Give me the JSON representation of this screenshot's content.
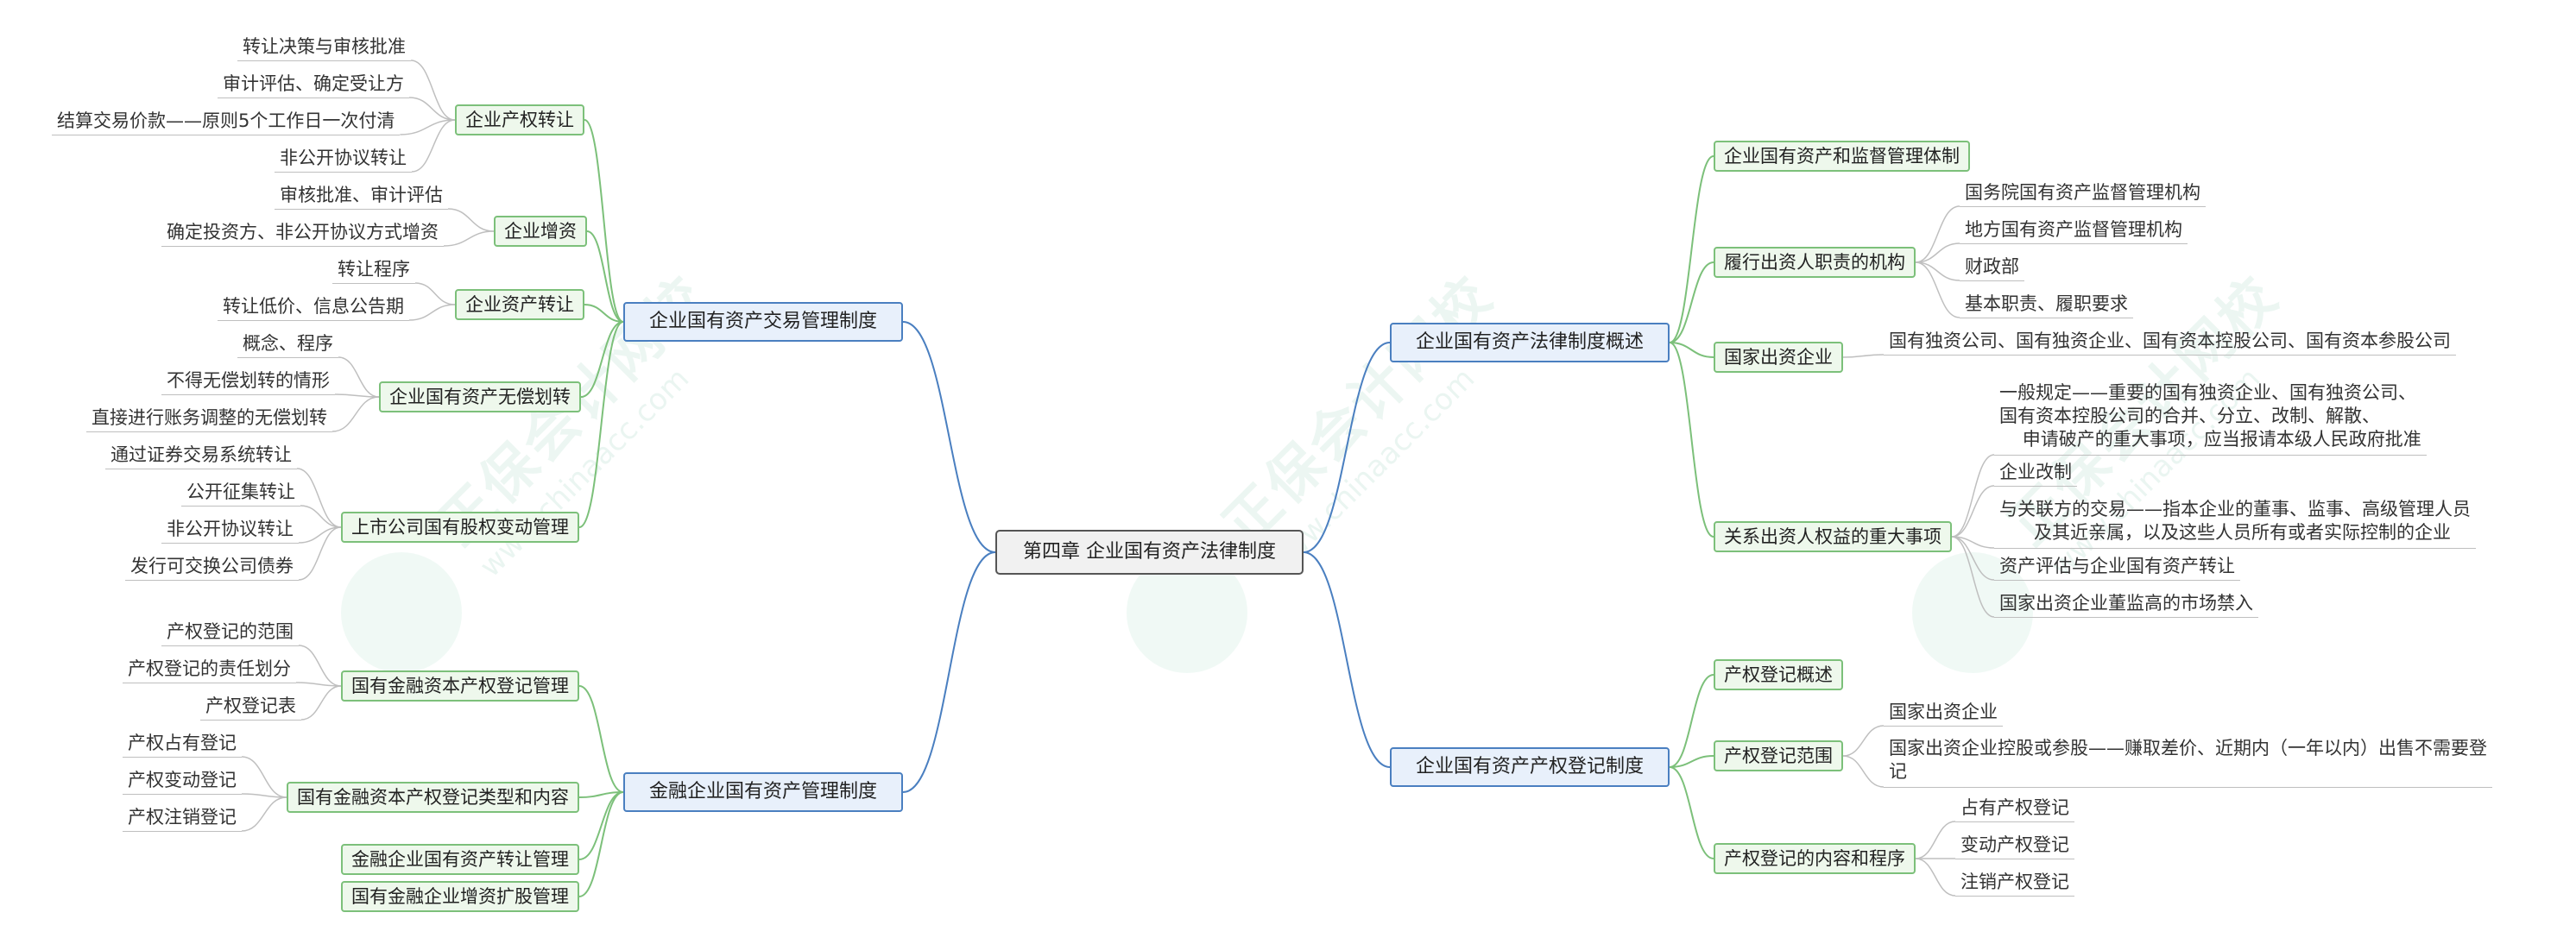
{
  "watermark": {
    "brand": "正保会计网校",
    "url": "www.chinaacc.com"
  },
  "root": "第四章  企业国有资产法律制度",
  "left": [
    {
      "label": "企业国有资产交易管理制度",
      "children": [
        {
          "label": "企业产权转让",
          "children": [
            "转让决策与审核批准",
            "审计评估、确定受让方",
            "结算交易价款——原则5个工作日一次付清",
            "非公开协议转让"
          ]
        },
        {
          "label": "企业增资",
          "children": [
            "审核批准、审计评估",
            "确定投资方、非公开协议方式增资"
          ]
        },
        {
          "label": "企业资产转让",
          "children": [
            "转让程序",
            "转让低价、信息公告期"
          ]
        },
        {
          "label": "企业国有资产无偿划转",
          "children": [
            "概念、程序",
            "不得无偿划转的情形",
            "直接进行账务调整的无偿划转"
          ]
        },
        {
          "label": "上市公司国有股权变动管理",
          "children": [
            "通过证券交易系统转让",
            "公开征集转让",
            "非公开协议转让",
            "发行可交换公司债券"
          ]
        }
      ]
    },
    {
      "label": "金融企业国有资产管理制度",
      "children": [
        {
          "label": "国有金融资本产权登记管理",
          "children": [
            "产权登记的范围",
            "产权登记的责任划分",
            "产权登记表"
          ]
        },
        {
          "label": "国有金融资本产权登记类型和内容",
          "children": [
            "产权占有登记",
            "产权变动登记",
            "产权注销登记"
          ]
        },
        {
          "label": "金融企业国有资产转让管理",
          "children": []
        },
        {
          "label": "国有金融企业增资扩股管理",
          "children": []
        }
      ]
    }
  ],
  "right": [
    {
      "label": "企业国有资产法律制度概述",
      "children": [
        {
          "label": "企业国有资产和监督管理体制",
          "children": []
        },
        {
          "label": "履行出资人职责的机构",
          "children": [
            "国务院国有资产监督管理机构",
            "地方国有资产监督管理机构",
            "财政部",
            "基本职责、履职要求"
          ]
        },
        {
          "label": "国家出资企业",
          "children": [
            "国有独资公司、国有独资企业、国有资本控股公司、国有资本参股公司"
          ]
        },
        {
          "label": "关系出资人权益的重大事项",
          "children": [
            "一般规定——重要的国有独资企业、国有独资公司、\n国有资本控股公司的合并、分立、改制、解散、\n    申请破产的重大事项，应当报请本级人民政府批准",
            "企业改制",
            "与关联方的交易——指本企业的董事、监事、高级管理人员\n      及其近亲属，以及这些人员所有或者实际控制的企业",
            "资产评估与企业国有资产转让",
            "国家出资企业董监高的市场禁入"
          ]
        }
      ]
    },
    {
      "label": "企业国有资产产权登记制度",
      "children": [
        {
          "label": "产权登记概述",
          "children": []
        },
        {
          "label": "产权登记范围",
          "children": [
            "国家出资企业",
            "国家出资企业控股或参股——赚取差价、近期内（一年以内）出售不需要登\n记"
          ]
        },
        {
          "label": "产权登记的内容和程序",
          "children": [
            "占有产权登记",
            "变动产权登记",
            "注销产权登记"
          ]
        }
      ]
    }
  ]
}
